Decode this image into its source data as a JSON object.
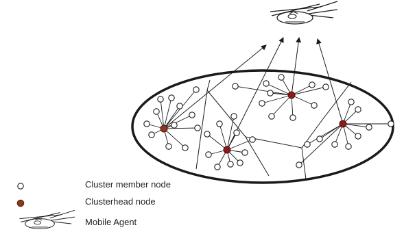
{
  "legend": {
    "member_label": "Cluster member node",
    "head_label": "Clusterhead node",
    "agent_label": "Mobile Agent"
  },
  "colors": {
    "line": "#1a1a1a",
    "member_fill": "#ffffff",
    "head_fill": "#8b3a1e",
    "head_fill_alt": "#8b1a1a"
  },
  "icons": {
    "mobile_agent": "aircraft-icon"
  }
}
